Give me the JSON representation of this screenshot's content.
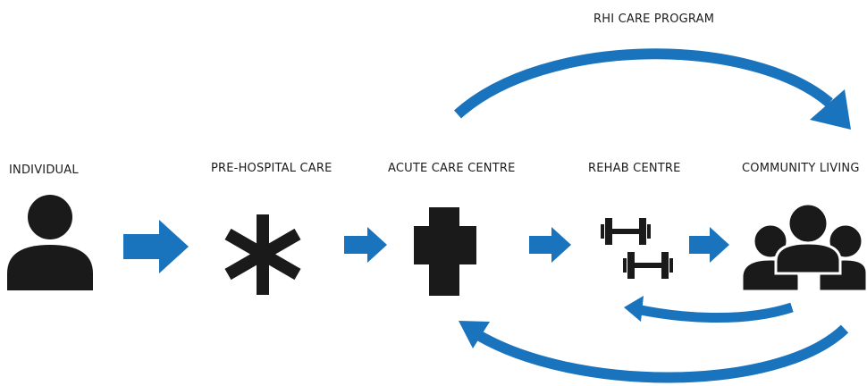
{
  "title": "RHI CARE PROGRAM",
  "stages": [
    {
      "label": "INDIVIDUAL",
      "icon": "person-icon"
    },
    {
      "label": "PRE-HOSPITAL CARE",
      "icon": "asterisk-icon"
    },
    {
      "label": "ACUTE CARE CENTRE",
      "icon": "medical-cross-icon"
    },
    {
      "label": "REHAB CENTRE",
      "icon": "dumbbells-icon"
    },
    {
      "label": "COMMUNITY LIVING",
      "icon": "group-icon"
    }
  ],
  "colors": {
    "arrow": "#1a73bd",
    "icon": "#1a1a1a",
    "text": "#1c1c1c"
  }
}
